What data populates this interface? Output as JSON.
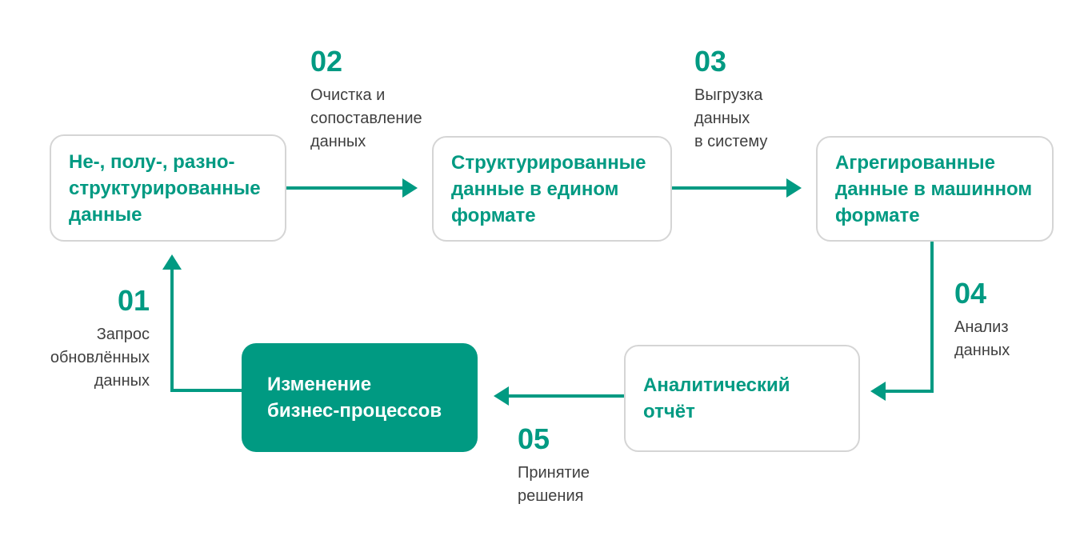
{
  "diagram": {
    "background": "#ffffff",
    "accent_color": "#009a82",
    "box_border_color": "#d5d5d5",
    "step_text_color": "#3f3f3f",
    "nodes": [
      {
        "id": "unstructured-data",
        "variant": "outline",
        "text": "Не-, полу-, разно-\nструктурированные\nданные"
      },
      {
        "id": "structured-data",
        "variant": "outline",
        "text": "Структурированные\nданные в едином\nформате"
      },
      {
        "id": "aggregated-data",
        "variant": "outline",
        "text": "Агрегированные\nданные в машинном\nформате"
      },
      {
        "id": "analytical-report",
        "variant": "outline",
        "text": "Аналитический\nотчёт"
      },
      {
        "id": "business-process-change",
        "variant": "filled",
        "text": "Изменение\nбизнес-процессов"
      }
    ],
    "steps": [
      {
        "number": "01",
        "text": "Запрос\nобновлённых\nданных"
      },
      {
        "number": "02",
        "text": "Очистка и\nсопоставление\nданных"
      },
      {
        "number": "03",
        "text": "Выгрузка\nданных\nв систему"
      },
      {
        "number": "04",
        "text": "Анализ\nданных"
      },
      {
        "number": "05",
        "text": "Принятие\nрешения"
      }
    ]
  }
}
